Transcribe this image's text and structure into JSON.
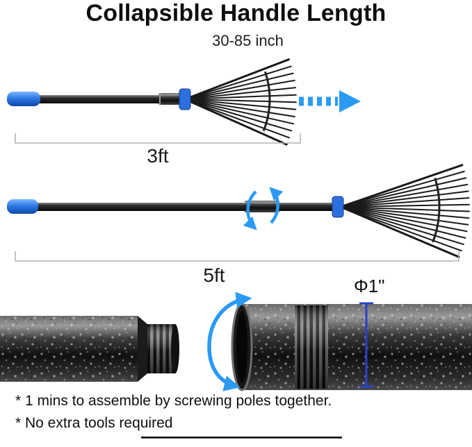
{
  "title": "Collapsible Handle Length",
  "subtitle": "30-85 inch",
  "measurements": {
    "short_length": "3ft",
    "long_length": "5ft",
    "diameter": "Φ1\""
  },
  "notes": [
    "* 1 mins to assemble by screwing poles together.",
    "* No extra tools required"
  ],
  "colors": {
    "accent_blue": "#2b9af3",
    "grip_blue": "#2f7ae5",
    "measure_blue": "#2743c7",
    "pole_dark": "#1a1a1a"
  }
}
